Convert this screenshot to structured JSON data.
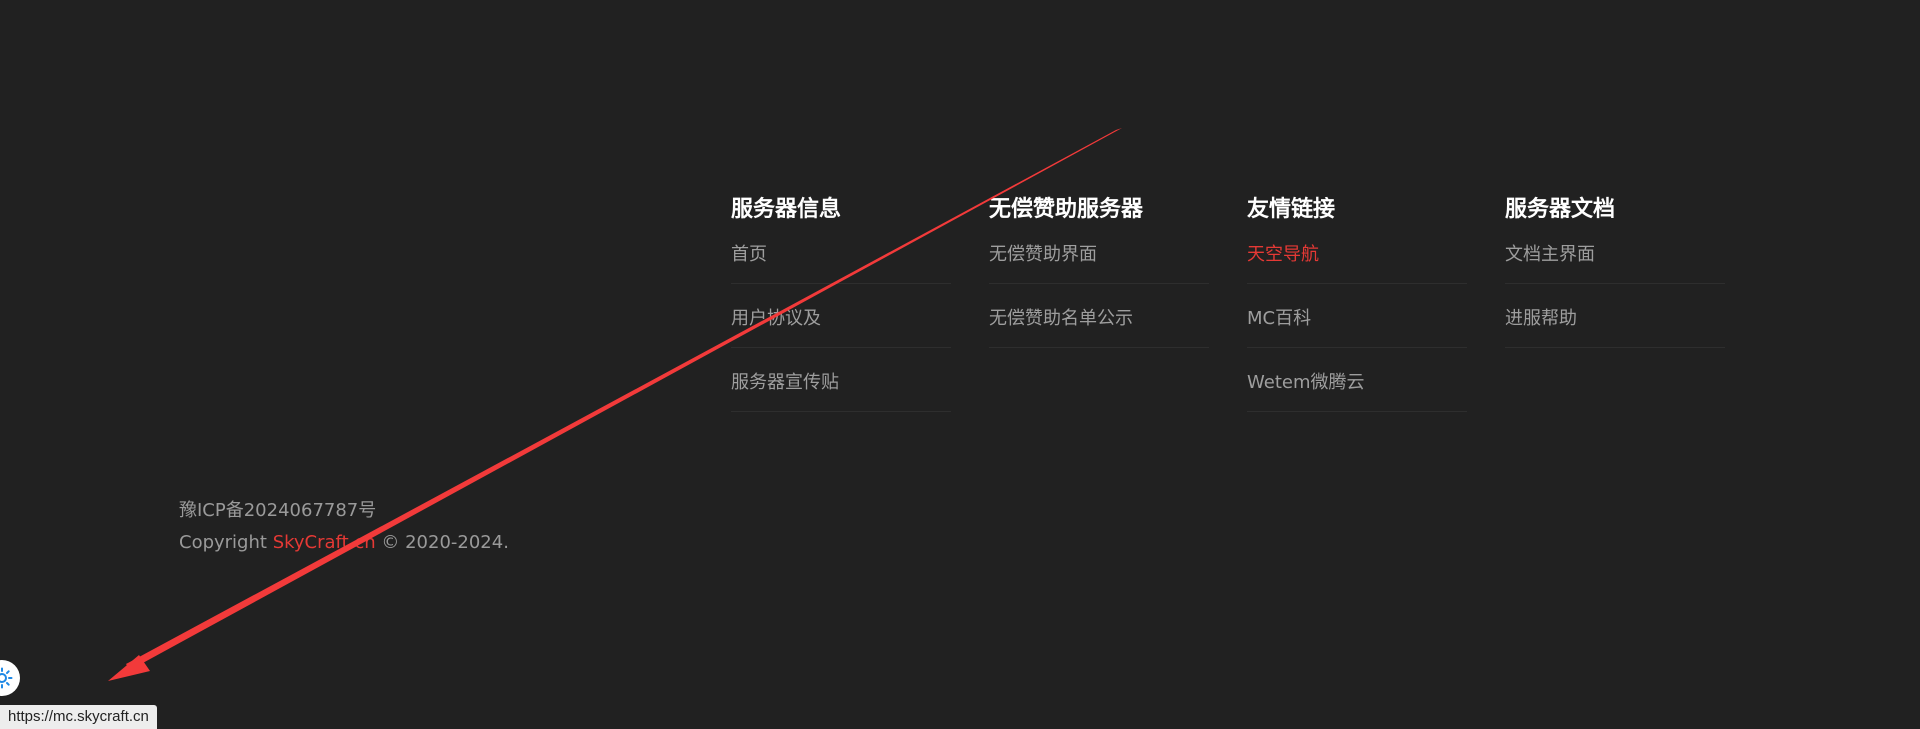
{
  "footer": {
    "columns": [
      {
        "title": "服务器信息",
        "links": [
          {
            "label": "首页",
            "active": false
          },
          {
            "label": "用户协议及",
            "active": false
          },
          {
            "label": "服务器宣传贴",
            "active": false
          }
        ]
      },
      {
        "title": "无偿赞助服务器",
        "links": [
          {
            "label": "无偿赞助界面",
            "active": false
          },
          {
            "label": "无偿赞助名单公示",
            "active": false
          }
        ]
      },
      {
        "title": "友情链接",
        "links": [
          {
            "label": "天空导航",
            "active": true
          },
          {
            "label": "MC百科",
            "active": false
          },
          {
            "label": "Wetem微腾云",
            "active": false
          }
        ]
      },
      {
        "title": "服务器文档",
        "links": [
          {
            "label": "文档主界面",
            "active": false
          },
          {
            "label": "进服帮助",
            "active": false
          }
        ]
      }
    ],
    "icp": "豫ICP备2024067787号",
    "copyright_prefix": "Copyright ",
    "brand": "SkyCraft.cn",
    "copyright_suffix": " © 2020-2024."
  },
  "status_bar": {
    "url": "https://mc.skycraft.cn"
  },
  "theme_toggle": {
    "icon": "sun-icon"
  },
  "colors": {
    "background": "#212121",
    "accent": "#e53935",
    "link": "#9e9e9e",
    "heading": "#ffffff",
    "annotation_arrow": "#f23a3a"
  }
}
